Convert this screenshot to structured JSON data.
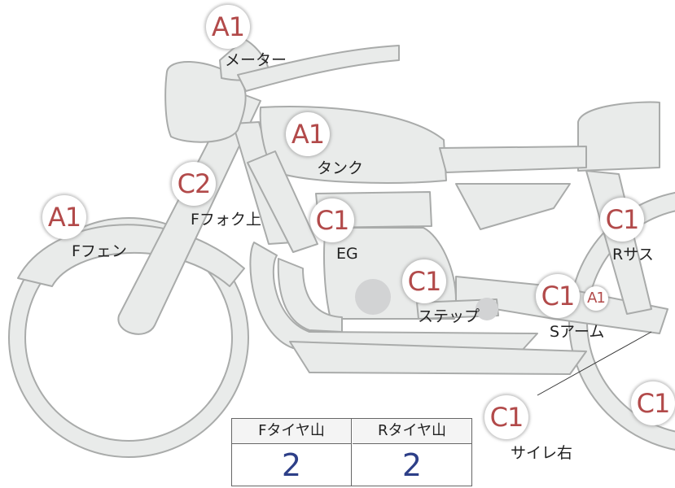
{
  "parts": [
    {
      "id": "meter",
      "grade": "A1",
      "label": "メーター"
    },
    {
      "id": "tank",
      "grade": "A1",
      "label": "タンク"
    },
    {
      "id": "f-fork-upper",
      "grade": "C2",
      "label": "Fフォク上"
    },
    {
      "id": "f-fender",
      "grade": "A1",
      "label": "Fフェン"
    },
    {
      "id": "engine",
      "grade": "C1",
      "label": "EG"
    },
    {
      "id": "step",
      "grade": "C1",
      "label": "ステップ"
    },
    {
      "id": "s-arm",
      "grade": "C1",
      "sub_grade": "A1",
      "label": "Sアーム"
    },
    {
      "id": "r-suspension",
      "grade": "C1",
      "label": "Rサス"
    },
    {
      "id": "silencer-right",
      "grade": "C1",
      "label": "サイレ右"
    },
    {
      "id": "rear-partial",
      "grade": "C1"
    }
  ],
  "tread_table": {
    "headers": [
      "Fタイヤ山",
      "Rタイヤ山"
    ],
    "values": [
      "2",
      "2"
    ]
  },
  "colors": {
    "grade_text": "#b24a4a",
    "tread_value": "#2d3f88",
    "bike_fill": "#e9ebea",
    "bike_stroke": "#a9abaa"
  }
}
